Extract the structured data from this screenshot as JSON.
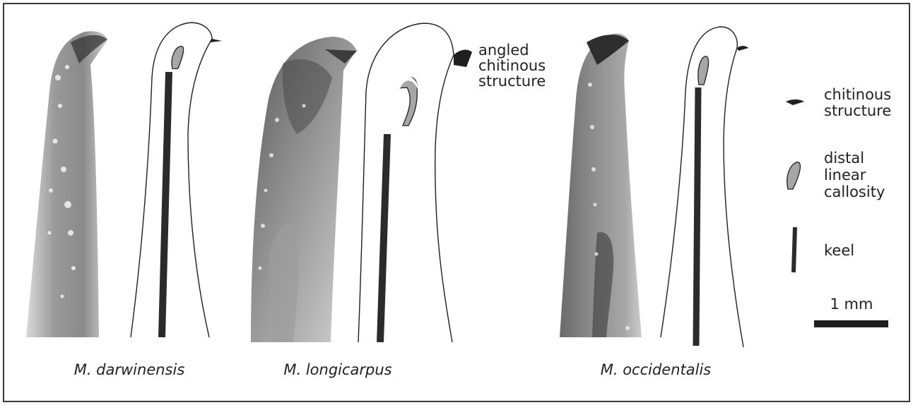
{
  "figure": {
    "colors": {
      "frame": "#3a3a3a",
      "keel": "#2b2b2b",
      "callosity_fill": "#a6a6a6",
      "outline": "#1f1f1f",
      "photo_light": "#cfcfcf",
      "photo_dark": "#4a4a4a"
    },
    "specimens": [
      {
        "id": "darwinensis",
        "name": "M. darwinensis"
      },
      {
        "id": "longicarpus",
        "name": "M. longicarpus"
      },
      {
        "id": "occidentalis",
        "name": "M. occidentalis"
      }
    ],
    "annotation": {
      "lines": [
        "angled",
        "chitinous",
        "structure"
      ]
    },
    "legend": {
      "chitinous": {
        "lines": [
          "chitinous",
          "structure"
        ],
        "icon": "chitinous-structure-icon"
      },
      "callosity": {
        "lines": [
          "distal",
          "linear",
          "callosity"
        ],
        "icon": "callosity-icon"
      },
      "keel": {
        "lines": [
          "keel"
        ],
        "icon": "keel-icon"
      }
    },
    "scale_bar": {
      "label": "1 mm"
    }
  }
}
